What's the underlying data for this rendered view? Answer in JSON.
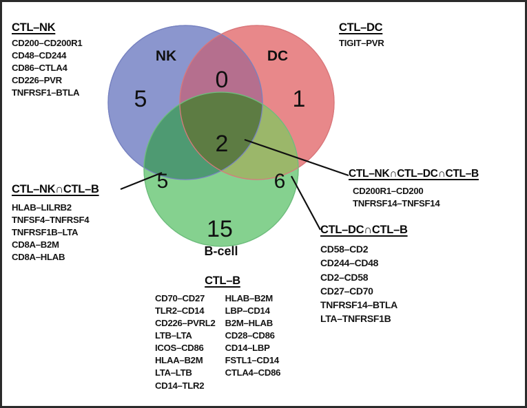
{
  "figure": {
    "type": "venn-3set",
    "border_color": "#2b2b2b",
    "background": "#ffffff"
  },
  "venn": {
    "sets": [
      {
        "key": "NK",
        "label": "NK",
        "color": "#8b96ce"
      },
      {
        "key": "DC",
        "label": "DC",
        "color": "#e8888a"
      },
      {
        "key": "B",
        "label": "B-cell",
        "color": "#85d18f"
      }
    ],
    "region_counts": {
      "NK_only": "5",
      "DC_only": "1",
      "B_only": "15",
      "NK_DC": "0",
      "NK_B": "5",
      "DC_B": "6",
      "NK_DC_B": "2"
    },
    "overlap_colors": {
      "NK_DC": "#b56f8e",
      "NK_B": "#4e9a72",
      "DC_B": "#9bb76a",
      "NK_DC_B": "#5d7c43"
    }
  },
  "annotations": {
    "ctl_nk": {
      "title": "CTL–NK",
      "items": [
        "CD200–CD200R1",
        "CD48–CD244",
        "CD86–CTLA4",
        "CD226–PVR",
        "TNFRSF1–BTLA"
      ]
    },
    "ctl_dc": {
      "title": "CTL–DC",
      "items": [
        "TIGIT–PVR"
      ]
    },
    "ctl_nk_ctl_b": {
      "title": "CTL–NK∩CTL–B",
      "items": [
        "HLAB–LILRB2",
        "TNFSF4–TNFRSF4",
        "TNFRSF1B–LTA",
        "CD8A–B2M",
        "CD8A–HLAB"
      ]
    },
    "ctl_nk_ctl_dc_ctl_b": {
      "title": "CTL–NK∩CTL–DC∩CTL–B",
      "items": [
        "CD200R1–CD200",
        "TNFRSF14–TNFSF14"
      ]
    },
    "ctl_dc_ctl_b": {
      "title": "CTL–DC∩CTL–B",
      "items": [
        "CD58–CD2",
        "CD244–CD48",
        "CD2–CD58",
        "CD27–CD70",
        "TNFRSF14–BTLA",
        "LTA–TNFRSF1B"
      ]
    },
    "ctl_b": {
      "title": "CTL–B",
      "column_left": [
        "CD70–CD27",
        "TLR2–CD14",
        "CD226–PVRL2",
        "LTB–LTA",
        "ICOS–CD86",
        "HLAA–B2M",
        "LTA–LTB",
        "CD14–TLR2"
      ],
      "column_right": [
        "HLAB–B2M",
        "LBP–CD14",
        "B2M–HLAB",
        "CD28–CD86",
        "CD14–LBP",
        "FSTL1–CD14",
        "CTLA4–CD86"
      ]
    }
  },
  "chart_data": {
    "type": "venn",
    "title": "",
    "sets": [
      "NK",
      "DC",
      "B-cell"
    ],
    "regions": [
      {
        "name": "NK only",
        "sets": [
          "NK"
        ],
        "value": 5
      },
      {
        "name": "DC only",
        "sets": [
          "DC"
        ],
        "value": 1
      },
      {
        "name": "B-cell only",
        "sets": [
          "B-cell"
        ],
        "value": 15
      },
      {
        "name": "NK & DC",
        "sets": [
          "NK",
          "DC"
        ],
        "value": 0
      },
      {
        "name": "NK & B-cell",
        "sets": [
          "NK",
          "B-cell"
        ],
        "value": 5
      },
      {
        "name": "DC & B-cell",
        "sets": [
          "DC",
          "B-cell"
        ],
        "value": 6
      },
      {
        "name": "NK & DC & B-cell",
        "sets": [
          "NK",
          "DC",
          "B-cell"
        ],
        "value": 2
      }
    ],
    "legend": "none"
  }
}
